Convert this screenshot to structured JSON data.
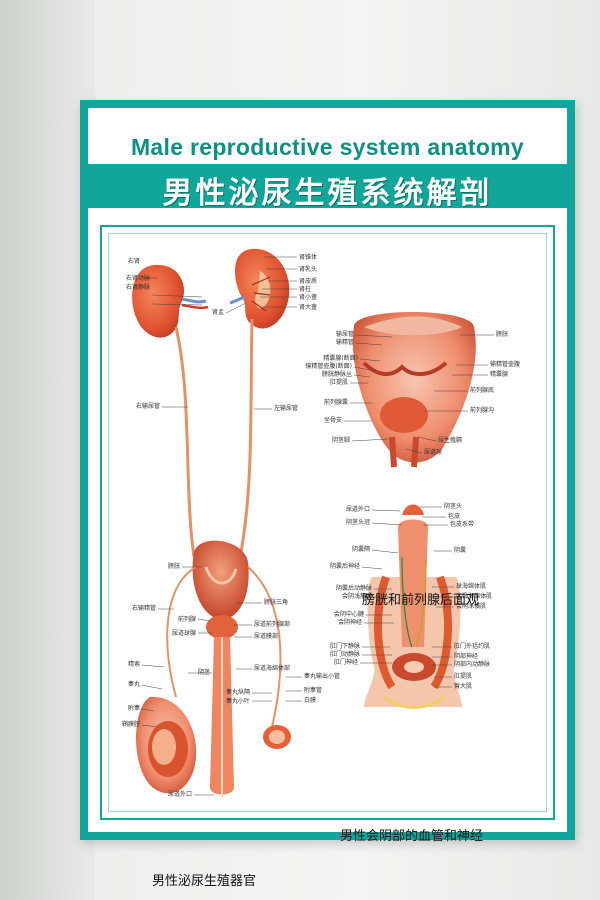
{
  "poster": {
    "title_en": "Male reproductive system anatomy",
    "title_cn": "男性泌尿生殖系统解剖"
  },
  "panels": {
    "left_caption": "男性泌尿生殖器官",
    "right_top_caption": "膀胱和前列腺后面观",
    "right_bottom_caption": "男性会阴部的血管和神经"
  },
  "labels": {
    "left": [
      "右肾",
      "右肾动脉",
      "右肾静脉",
      "肾锥体",
      "肾乳头",
      "肾皮质",
      "肾柱",
      "肾小盏",
      "肾大盏",
      "肾盂",
      "右输尿管",
      "左输尿管",
      "膀胱",
      "右输精管",
      "膀胱三角",
      "前列腺",
      "尿道球腺",
      "尿道前列腺部",
      "尿道膜部",
      "精索",
      "睾丸",
      "附睾",
      "阴茎",
      "尿道海绵体部",
      "睾丸纵隔",
      "睾丸小叶",
      "睾丸输出小管",
      "附睾管",
      "白膜",
      "鞘膜腔",
      "尿道外口"
    ],
    "right_top": [
      "膀胱",
      "输尿管",
      "输精管",
      "输精管壶腹",
      "精囊腺(断面)",
      "精囊腺",
      "输精管壶腹(断面)",
      "膀胱静脉丛",
      "肛提肌",
      "前列腺底",
      "前列腺囊",
      "前列腺沟",
      "坐骨支",
      "尿生殖膈",
      "阴茎脚",
      "尿道球"
    ],
    "right_bottom": [
      "尿道外口",
      "阴茎头",
      "包皮",
      "阴茎头冠",
      "包皮系带",
      "阴囊",
      "阴囊隔",
      "阴囊后神经",
      "阴囊后动静脉",
      "会阴浅筋膜",
      "球海绵体肌",
      "坐骨海绵体肌",
      "会阴深横肌",
      "会阴中心腱",
      "会阴神经",
      "肛门外括约肌",
      "肛门下静脉",
      "肛门动静脉",
      "阴部神经",
      "阴部内动静脉",
      "肛门神经",
      "肛提肌",
      "臀大肌"
    ]
  },
  "colors": {
    "teal": "#10a79a",
    "organ_red": "#e8603a",
    "organ_dark": "#b83a22",
    "flesh": "#f3a184"
  }
}
